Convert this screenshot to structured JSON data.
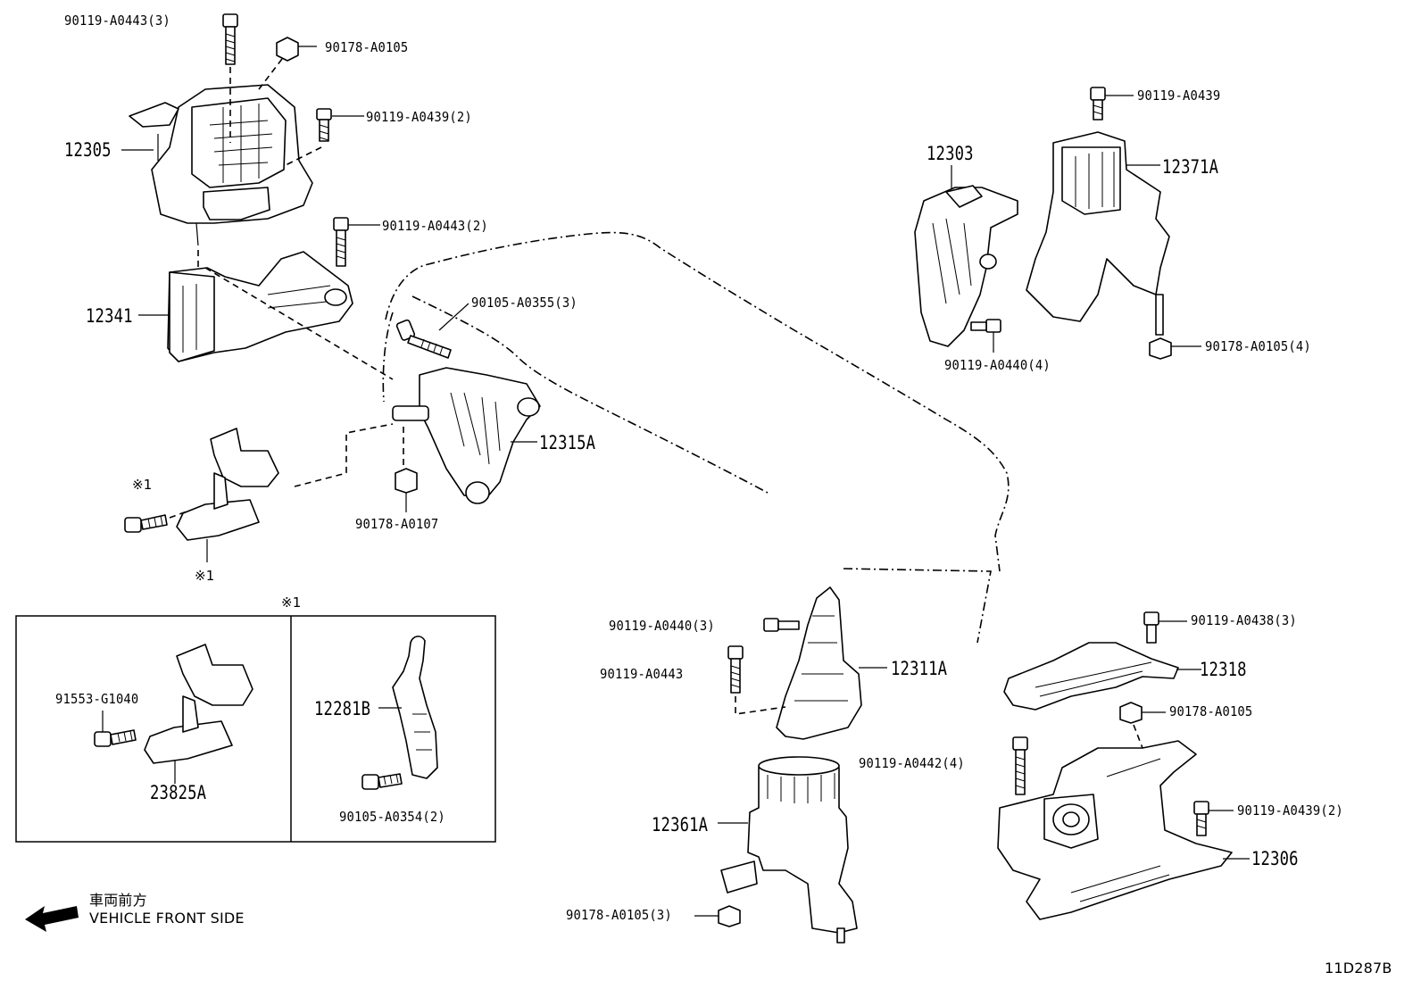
{
  "labels": {
    "p90119_A0443_3": "90119-A0443(3)",
    "p90178_A0105_top": "90178-A0105",
    "p90119_A0439_2_top": "90119-A0439(2)",
    "p12305": "12305",
    "p90119_A0443_2": "90119-A0443(2)",
    "p12341": "12341",
    "p90105_A0355_3": "90105-A0355(3)",
    "p12315A": "12315A",
    "p90178_A0107": "90178-A0107",
    "mark_1_a": "※1",
    "mark_1_b": "※1",
    "mark_1_box": "※1",
    "p91553_G1040": "91553-G1040",
    "p23825A": "23825A",
    "p12281B": "12281B",
    "p90105_A0354_2": "90105-A0354(2)",
    "p90119_A0439": "90119-A0439",
    "p12303": "12303",
    "p12371A": "12371A",
    "p90119_A0440_4": "90119-A0440(4)",
    "p90178_A0105_4": "90178-A0105(4)",
    "p90119_A0440_3": "90119-A0440(3)",
    "p90119_A0443": "90119-A0443",
    "p12311A": "12311A",
    "p12361A": "12361A",
    "p90178_A0105_3": "90178-A0105(3)",
    "p90119_A0438_3": "90119-A0438(3)",
    "p12318": "12318",
    "p90178_A0105_right": "90178-A0105",
    "p90119_A0442_4": "90119-A0442(4)",
    "p90119_A0439_2_right": "90119-A0439(2)",
    "p12306": "12306"
  },
  "legend": {
    "front_jp": "車両前方",
    "front_en": "VEHICLE FRONT SIDE"
  },
  "diagram_code": "11D287B"
}
